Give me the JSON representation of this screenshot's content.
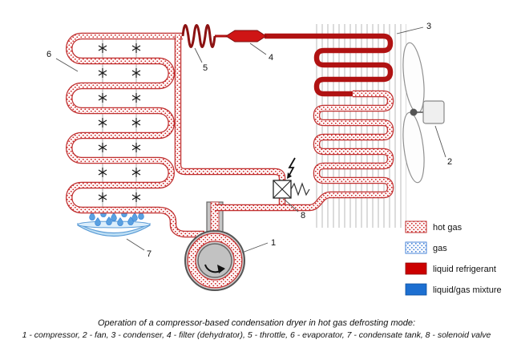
{
  "diagram": {
    "caption_line1": "Operation of a compressor-based condensation dryer in hot gas defrosting mode:",
    "caption_line2": "1 - compressor, 2 - fan, 3 - condenser, 4 - filter (dehydrator), 5 - throttle, 6 - evaporator, 7 - condensate tank, 8 - solenoid valve",
    "labels": {
      "compressor": "1",
      "fan": "2",
      "condenser": "3",
      "filter": "4",
      "throttle": "5",
      "evaporator": "6",
      "condensate_tank": "7",
      "solenoid_valve": "8"
    }
  },
  "legend": {
    "items": [
      {
        "label": "hot gas",
        "style": "dotted-red"
      },
      {
        "label": "gas",
        "style": "dotted-blue"
      },
      {
        "label": "liquid refrigerant",
        "style": "solid",
        "color": "#cc0000"
      },
      {
        "label": "liquid/gas mixture",
        "style": "solid",
        "color": "#1d6fd1"
      }
    ],
    "colors": {
      "hot_gas_dot": "#d03030",
      "gas_dot": "#4a86d8",
      "liquid_refrigerant": "#cc0000",
      "liquid_gas_mixture": "#1d6fd1"
    }
  }
}
